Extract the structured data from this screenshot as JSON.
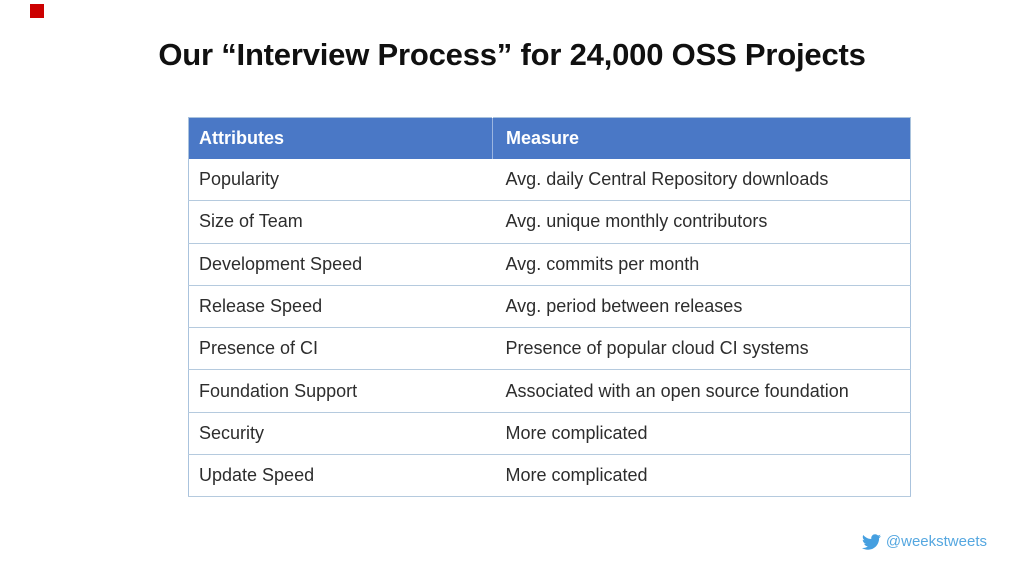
{
  "slide": {
    "title": "Our “Interview Process” for 24,000 OSS Projects",
    "background_color": "#ffffff",
    "marker": {
      "name": "red-square-marker",
      "color": "#cc0000"
    }
  },
  "table": {
    "header_bg_color": "#4a78c6",
    "header_text_color": "#ffffff",
    "border_color": "#aac3dd",
    "body_text_color": "#2d2d2d",
    "headers": {
      "attribute": "Attributes",
      "measure": "Measure"
    },
    "rows": [
      {
        "attribute": "Popularity",
        "measure": "Avg. daily Central Repository downloads"
      },
      {
        "attribute": "Size of Team",
        "measure": "Avg. unique monthly contributors"
      },
      {
        "attribute": "Development Speed",
        "measure": "Avg. commits per month"
      },
      {
        "attribute": "Release Speed",
        "measure": "Avg. period between releases"
      },
      {
        "attribute": "Presence of CI",
        "measure": "Presence of popular cloud CI systems"
      },
      {
        "attribute": "Foundation Support",
        "measure": "Associated with an open source foundation"
      },
      {
        "attribute": "Security",
        "measure": "More complicated"
      },
      {
        "attribute": "Update Speed",
        "measure": "More complicated"
      }
    ]
  },
  "footer": {
    "twitter_icon": "twitter-bird-icon",
    "twitter_icon_color": "#459fe0",
    "twitter_handle": "@weekstweets",
    "twitter_handle_color": "#55a7e0"
  }
}
